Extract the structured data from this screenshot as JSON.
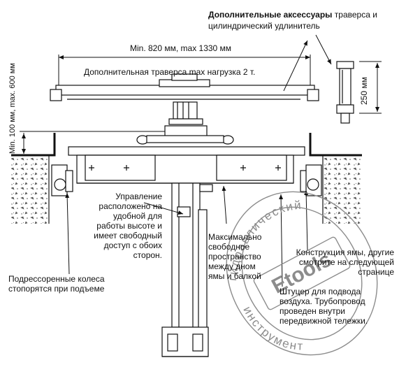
{
  "labels": {
    "accessories_bold": "Дополнительные аксессуары",
    "accessories_rest_1": " траверса и",
    "accessories_line2": "цилиндрический удлинитель",
    "span": "Min. 820 мм, max 1330 мм",
    "crossbar": "Дополнительная траверса max нагрузка 2 т.",
    "height_range": "Min. 100 мм, max. 600 мм",
    "extender_len": "250 мм",
    "control": [
      "Управление",
      "расположено на",
      "удобной для",
      "работы высоте и",
      "имеет свободный",
      "доступ с обоих",
      "сторон."
    ],
    "space": [
      "Максимально",
      "свободное",
      "пространство",
      "между дном",
      "ямы и балкой"
    ],
    "wheels": [
      "Подрессоренные колеса",
      "стопорятся при подъеме"
    ],
    "pit": [
      "Конструкция ямы, другие",
      "смотрите на следующей",
      "странице"
    ],
    "air": [
      "Штуцер для подвода",
      "воздуха. Трубопровод",
      "проведен внутри",
      "передвижной тележки."
    ]
  },
  "stamp": {
    "center_text": "Etools",
    "ring_text_top": "гидравлический",
    "ring_text_bottom": "инструмент"
  },
  "colors": {
    "ink": "#111111",
    "stamp": "#8c8c8c",
    "hatch": "#6a6a6a"
  }
}
